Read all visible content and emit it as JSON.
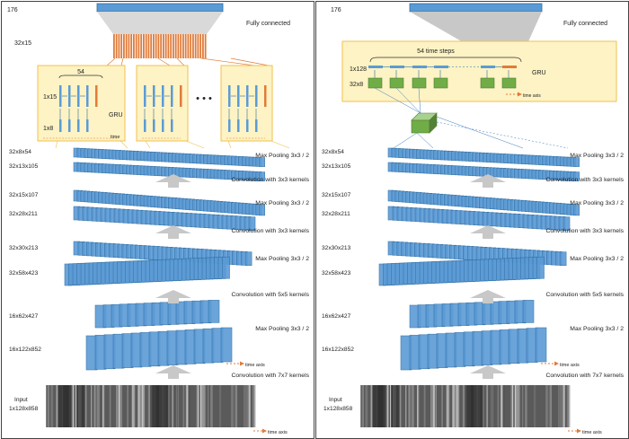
{
  "colors": {
    "blue": "#5b9bd5",
    "blue_dark": "#2e6da4",
    "orange": "#e07b39",
    "green": "#70ad47",
    "yellow_fill": "#fdf3c4",
    "yellow_border": "#f2c24b",
    "gray_arrow": "#c8c8c8"
  },
  "shared": {
    "out_size": "176",
    "fully_connected": "Fully connected",
    "time_axis": "time axis",
    "input_label_1": "Input",
    "input_label_2": "1x128x858",
    "ops": [
      "Max Pooling 3x3 / 2",
      "Convolution with 3x3 kernels",
      "Max Pooling 3x3 / 2",
      "Convolution with 3x3 kernels",
      "Max Pooling 3x3 / 2",
      "Convolution with 5x5 kernels",
      "Max Pooling 3x3 / 2",
      "Convolution with 7x7 kernels"
    ],
    "shapes": [
      "32x8x54",
      "32x13x105",
      "32x15x107",
      "32x28x211",
      "32x30x213",
      "32x58x423",
      "16x62x427",
      "16x122x852"
    ]
  },
  "left": {
    "fc_dims": "32x15",
    "count_54": "54",
    "row_1x15": "1x15",
    "row_1x8": "1x8",
    "gru": "GRU",
    "time": "time",
    "ellipsis": "• • •"
  },
  "right": {
    "time_steps": "54 time steps",
    "row_1x128": "1x128",
    "row_32x8": "32x8",
    "gru": "GRU",
    "time_axis_small": "time axis"
  }
}
